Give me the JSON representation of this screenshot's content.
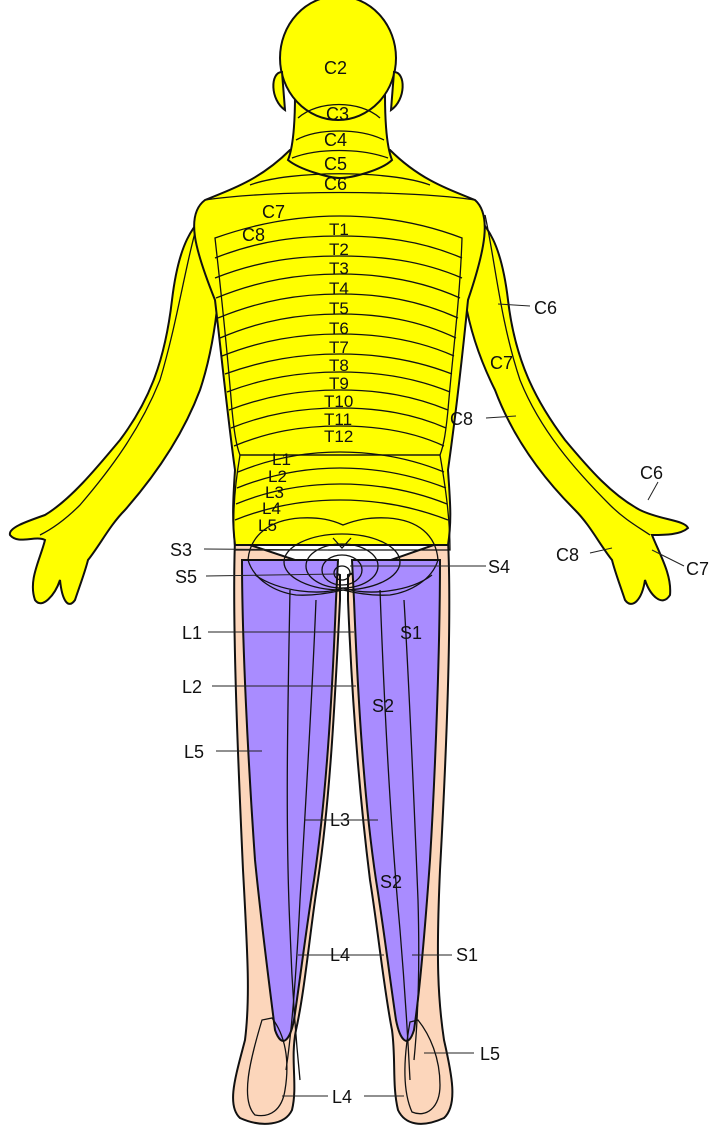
{
  "colors": {
    "cervical": "#ffff00",
    "thoracic": "#ffa64d",
    "lumbar": "#fcd6bb",
    "sacral": "#a98cff",
    "outline": "#111111"
  },
  "labels": {
    "c2_head": "C2",
    "c3_neck": "C3",
    "c4_neck": "C4",
    "c5_neck": "C5",
    "c6_neck": "C6",
    "c7_shoulder": "C7",
    "c8_shoulder": "C8",
    "t1": "T1",
    "t2": "T2",
    "t3": "T3",
    "t4": "T4",
    "t5": "T5",
    "t6": "T6",
    "t7": "T7",
    "t8": "T8",
    "t9": "T9",
    "t10": "T10",
    "t11": "T11",
    "t12": "T12",
    "l1_back": "L1",
    "l2_back": "L2",
    "l3_back": "L3",
    "l4_back": "L4",
    "l5_back": "L5",
    "c6_arm": "C6",
    "c7_arm": "C7",
    "c8_arm": "C8",
    "c6_hand": "C6",
    "c8_hand": "C8",
    "c7_hand": "C7",
    "s3": "S3",
    "s5": "S5",
    "s4": "S4",
    "l1_thigh": "L1",
    "s1_thigh": "S1",
    "l2_thigh": "L2",
    "s2_thigh": "S2",
    "l5_leg": "L5",
    "l3_leg": "L3",
    "s2_calf": "S2",
    "l4_leg": "L4",
    "s1_leg": "S1",
    "l5_foot": "L5",
    "l4_foot": "L4"
  }
}
